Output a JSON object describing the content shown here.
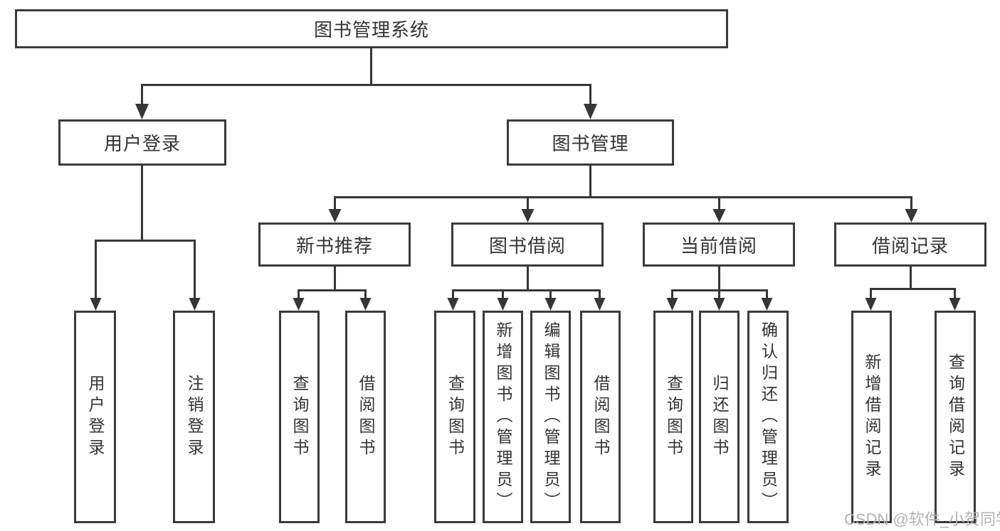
{
  "nodes": {
    "root": {
      "label": "图书管理系统"
    },
    "user_login": {
      "label": "用户登录"
    },
    "book_management": {
      "label": "图书管理"
    },
    "new_book_recommend": {
      "label": "新书推荐"
    },
    "book_borrow": {
      "label": "图书借阅"
    },
    "current_borrow": {
      "label": "当前借阅"
    },
    "borrow_records": {
      "label": "借阅记录"
    },
    "leaves": [
      {
        "label": "用户登录"
      },
      {
        "label": "注销登录"
      },
      {
        "label": "查询图书"
      },
      {
        "label": "借阅图书"
      },
      {
        "label": "查询图书"
      },
      {
        "label": "新增图书（管理员）"
      },
      {
        "label": "编辑图书（管理员）"
      },
      {
        "label": "借阅图书"
      },
      {
        "label": "查询图书"
      },
      {
        "label": "归还图书"
      },
      {
        "label": "确认归还（管理员）"
      },
      {
        "label": "新增借阅记录"
      },
      {
        "label": "查询借阅记录"
      }
    ]
  },
  "watermark": "CSDN @软件_小贺同学",
  "colors": {
    "line": "#363636",
    "border": "#3a3a3a",
    "text": "#333333",
    "watermark": "#b2b2b2",
    "background": "#ffffff"
  }
}
